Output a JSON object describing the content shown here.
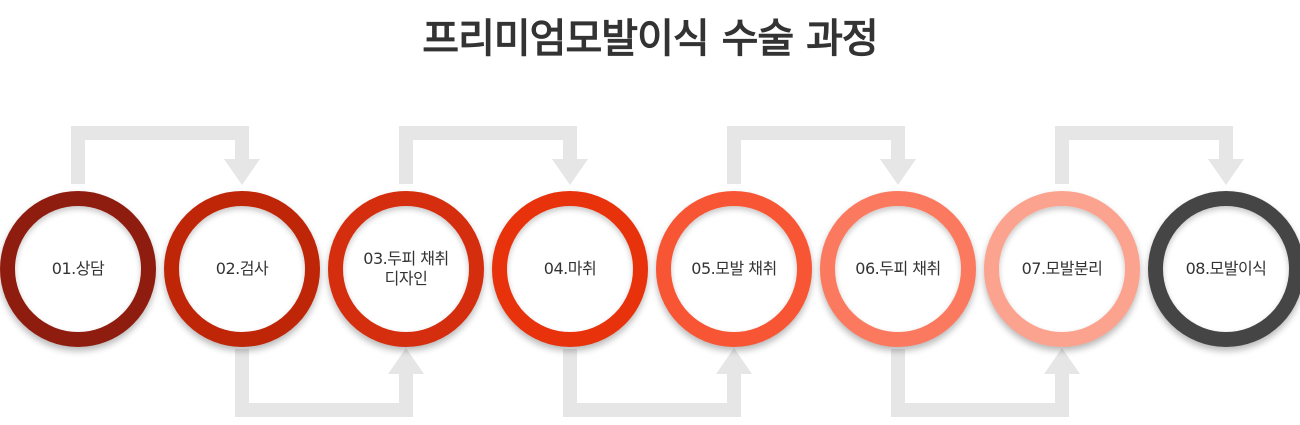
{
  "title": "프리미엄모발이식 수술 과정",
  "steps": [
    {
      "label": "01.상담",
      "color": "#8f1d0f"
    },
    {
      "label": "02.검사",
      "color": "#bf2608"
    },
    {
      "label": "03.두피 채취\n디자인",
      "color": "#d52e0e"
    },
    {
      "label": "04.마취",
      "color": "#e8320c"
    },
    {
      "label": "05.모발 채취",
      "color": "#f75534"
    },
    {
      "label": "06.두피 채취",
      "color": "#fb7a5f"
    },
    {
      "label": "07.모발분리",
      "color": "#fca38f"
    },
    {
      "label": "08.모발이식",
      "color": "#454545"
    }
  ],
  "connector_color": "#e6e6e6",
  "icons": {
    "connector": "bracket-arrow-icon"
  }
}
